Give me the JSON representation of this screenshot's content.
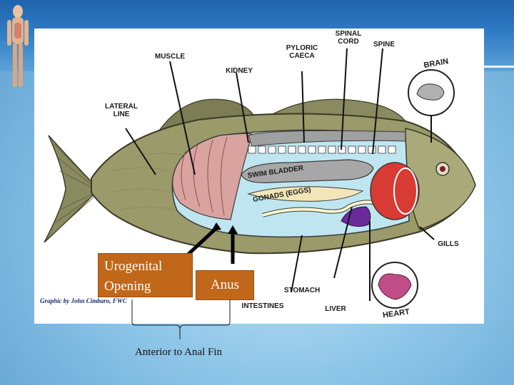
{
  "figure": {
    "labels": {
      "muscle": "MUSCLE",
      "kidney": "KIDNEY",
      "pyloric_caeca": "PYLORIC\nCAECA",
      "spinal_cord": "SPINAL\nCORD",
      "spine": "SPINE",
      "brain": "BRAIN",
      "lateral_line": "LATERAL\nLINE",
      "swim_bladder": "SWIM BLADDER",
      "gonads": "GONADS (EGGS)",
      "gills": "GILLS",
      "stomach": "STOMACH",
      "intestines": "INTESTINES",
      "liver": "LIVER",
      "heart": "HEART"
    },
    "credit": "Graphic by John Cimbaro, FWC"
  },
  "callouts": {
    "urogenital": "Urogenital Opening",
    "anus": "Anus"
  },
  "footnote": "Anterior to Anal Fin",
  "colors": {
    "callout_fill": "#c1671a",
    "muscle": "#d9a3a0",
    "swim_bladder": "#a7a7a7",
    "gills": "#d83a34",
    "liver": "#6b2a9c",
    "heart": "#c14d86",
    "body_cavity": "#bfe6f0"
  }
}
